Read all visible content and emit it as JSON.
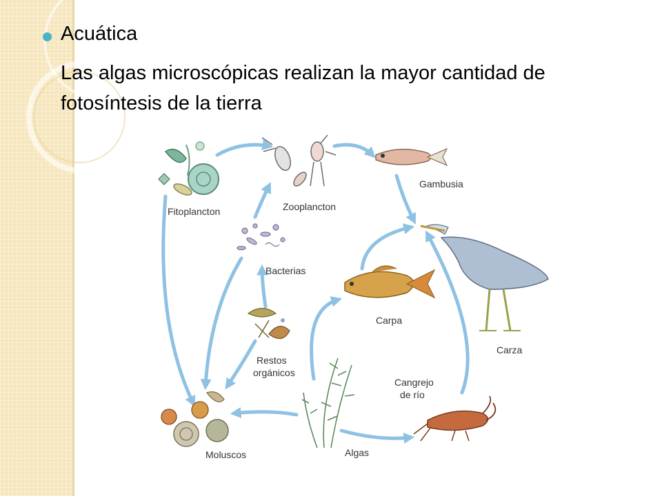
{
  "slide": {
    "bullet_title": "Acuática",
    "description": "Las algas microscópicas realizan la mayor cantidad de fotosíntesis de la tierra"
  },
  "diagram": {
    "nodes": {
      "fitoplancton": "Fitoplancton",
      "zooplancton": "Zooplancton",
      "gambusia": "Gambusia",
      "bacterias": "Bacterias",
      "carpa": "Carpa",
      "carza": "Carza",
      "restos_line1": "Restos",
      "restos_line2": "orgánicos",
      "cangrejo_line1": "Cangrejo",
      "cangrejo_line2": "de río",
      "moluscos": "Moluscos",
      "algas": "Algas"
    },
    "colors": {
      "arrow": "#8ec1e3",
      "bullet": "#49b3c8",
      "side_band": "#f6e6bd"
    }
  }
}
